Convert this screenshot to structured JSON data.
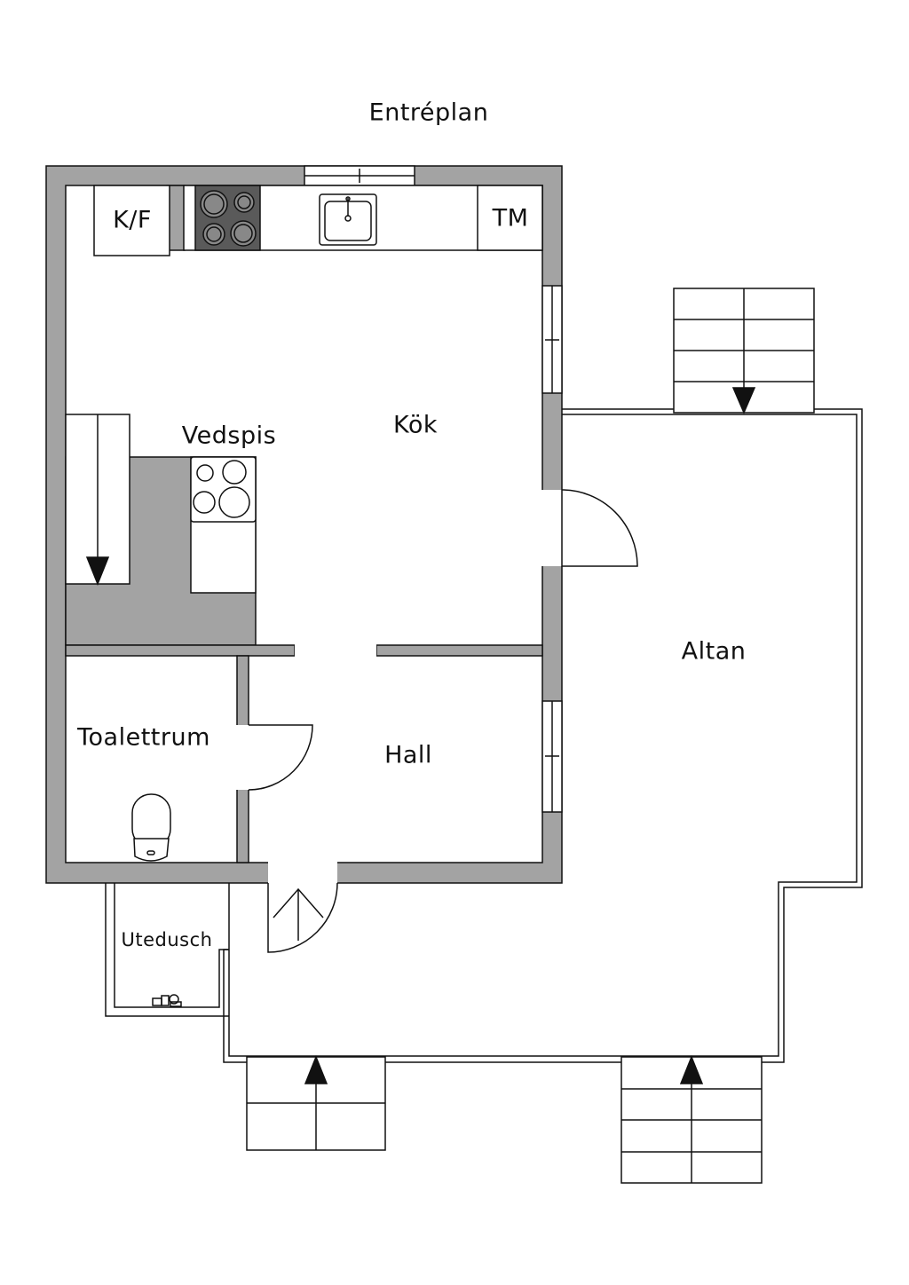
{
  "title": "Entréplan",
  "rooms": {
    "kitchen": "Kök",
    "hall": "Hall",
    "toilet": "Toalettrum",
    "deck": "Altan",
    "outdoor_shower": "Utedusch"
  },
  "fixtures": {
    "fridge_freezer": "K/F",
    "dishwasher": "TM",
    "wood_stove": "Vedspis"
  },
  "colors": {
    "wall": "#a3a3a3",
    "stove": "#5a5a5a",
    "line": "#111111"
  }
}
